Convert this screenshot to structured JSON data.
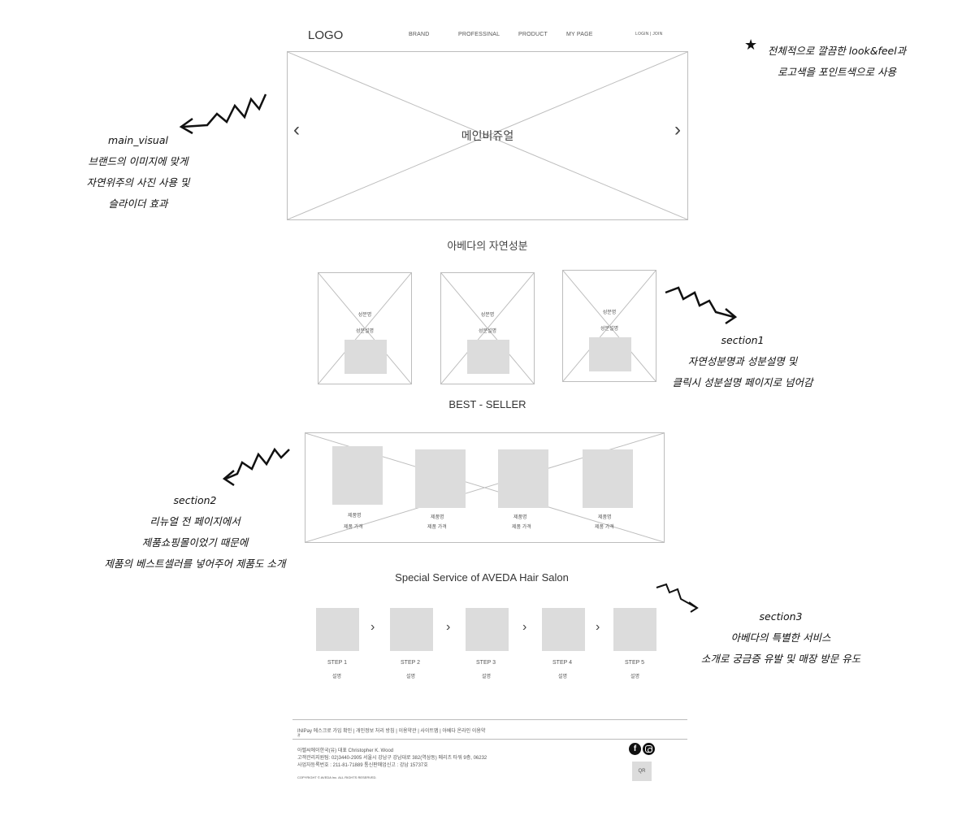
{
  "header": {
    "logo": "LOGO",
    "nav": [
      "BRAND",
      "PROFESSINAL",
      "PRODUCT",
      "MY PAGE"
    ],
    "login": "LOGIN | JOIN"
  },
  "main_visual": {
    "label": "메인비쥬얼",
    "prev": "‹",
    "next": "›"
  },
  "section1": {
    "title": "아베다의 자연성분",
    "cards": [
      {
        "name": "성분명",
        "desc": "성분설명"
      },
      {
        "name": "성분명",
        "desc": "성분설명"
      },
      {
        "name": "성분명",
        "desc": "성분설명"
      }
    ]
  },
  "section2": {
    "title": "BEST - SELLER",
    "products": [
      {
        "name": "제품명",
        "price": "제품 가격"
      },
      {
        "name": "제품명",
        "price": "제품 가격"
      },
      {
        "name": "제품명",
        "price": "제품 가격"
      },
      {
        "name": "제품명",
        "price": "제품 가격"
      }
    ]
  },
  "section3": {
    "title": "Special Service of  AVEDA Hair Salon",
    "arrow": "›",
    "steps": [
      {
        "label": "STEP 1",
        "desc": "설명"
      },
      {
        "label": "STEP 2",
        "desc": "설명"
      },
      {
        "label": "STEP 3",
        "desc": "설명"
      },
      {
        "label": "STEP 4",
        "desc": "설명"
      },
      {
        "label": "STEP 5",
        "desc": "설명"
      }
    ]
  },
  "footer": {
    "links": "INIPay 에스크로 가입 확인  |  개인정보 처리 방침  |  이용약관  |  사이트맵  |  아베다 온라인 이용약",
    "sub": "관",
    "company": "아벨씨에이한국(유) 대표 Christopher K. Wood",
    "contact": "고객관리지원팀: 02)3440-2905     서울시 강남구 강남대로 382(역삼동) 메리츠 타워 9층, 06232",
    "business": "사업자등록번호 : 211-81-71889     통신판매업신고 : 강남 15737호",
    "copyright": "COPYRIGHT © AVEDA Inc. ALL RIGHTS RESERVED.",
    "qr": "QR"
  },
  "annotations": {
    "global": [
      "전체적으로 깔끔한 look&feel과",
      "로고색을 포인트색으로 사용"
    ],
    "main_visual": [
      "main_visual",
      "브랜드의 이미지에 맞게",
      "자연위주의 사진 사용 및",
      "슬라이더 효과"
    ],
    "section1": [
      "section1",
      "자연성분명과 성분설명 및",
      "클릭시 성분설명 페이지로 넘어감"
    ],
    "section2": [
      "section2",
      "리뉴얼 전 페이지에서",
      "제품쇼핑몰이었기 때문에",
      "제품의 베스트셀러를 넣어주어 제품도 소개"
    ],
    "section3": [
      "section3",
      "아베다의 특별한 서비스",
      "소개로 궁금증 유발 및 매장 방문 유도"
    ]
  },
  "colors": {
    "placeholder": "#dcdcdc",
    "line": "#bdbdbd",
    "text": "#333333"
  }
}
